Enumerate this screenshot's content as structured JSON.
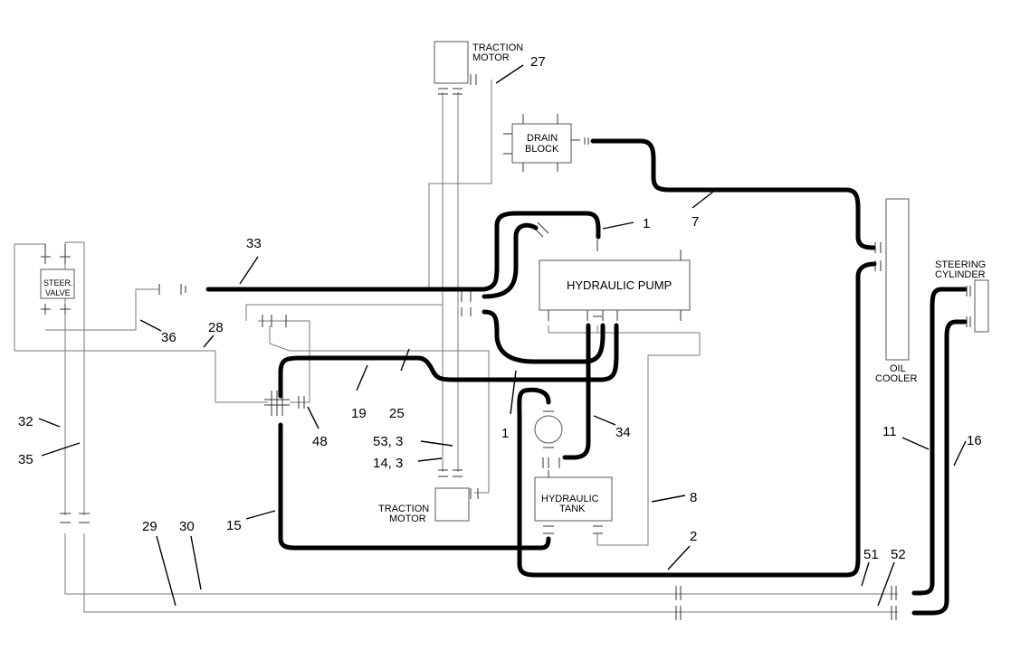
{
  "components": {
    "traction_motor_top": "TRACTION MOTOR",
    "traction_motor_bottom": "TRACTION MOTOR",
    "drain_block": "DRAIN BLOCK",
    "hydraulic_pump": "HYDRAULIC PUMP",
    "hydraulic_tank": "HYDRAULIC TANK",
    "oil_cooler": "OIL COOLER",
    "steering_cylinder": "STEERING CYLINDER",
    "steer_valve": "STEER. VALVE"
  },
  "callouts": [
    "27",
    "7",
    "1",
    "33",
    "36",
    "28",
    "25",
    "19",
    "1",
    "34",
    "48",
    "53, 3",
    "14, 3",
    "15",
    "8",
    "2",
    "32",
    "35",
    "29",
    "30",
    "11",
    "16",
    "51",
    "52"
  ],
  "colors": {
    "line": "#000000",
    "thin_line": "#777777"
  }
}
